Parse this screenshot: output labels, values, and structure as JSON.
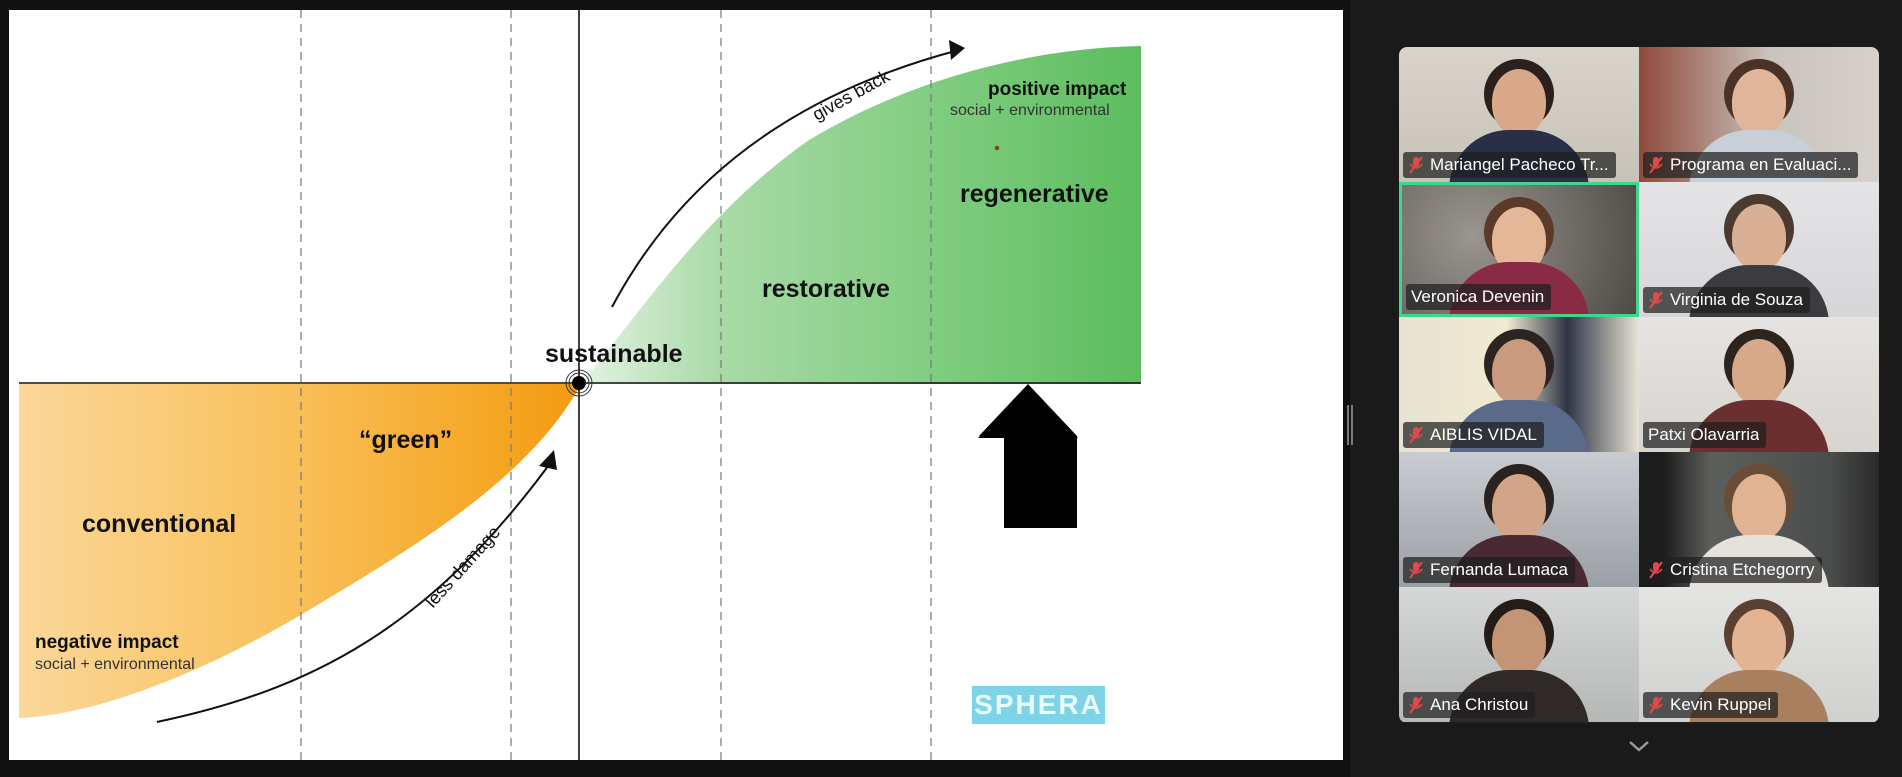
{
  "slide": {
    "stages": {
      "conventional": "conventional",
      "green": "“green”",
      "sustainable": "sustainable",
      "restorative": "restorative",
      "regenerative": "regenerative"
    },
    "arrows": {
      "less_damage": "less damage",
      "gives_back": "gives back"
    },
    "impact": {
      "negative_title": "negative impact",
      "negative_sub": "social + environmental",
      "positive_title": "positive impact",
      "positive_sub": "social + environmental"
    },
    "logo_text": "SPHERA",
    "colors": {
      "negative_zone": "#f7b84a",
      "positive_zone": "#5cc266"
    }
  },
  "participants": [
    {
      "name": "Mariangel Pacheco Tr...",
      "muted": true,
      "active": false
    },
    {
      "name": "Programa en Evaluaci...",
      "muted": true,
      "active": false
    },
    {
      "name": "Veronica Devenin",
      "muted": false,
      "active": true
    },
    {
      "name": "Virginia de Souza",
      "muted": true,
      "active": false
    },
    {
      "name": "AIBLIS VIDAL",
      "muted": true,
      "active": false
    },
    {
      "name": "Patxi Olavarria",
      "muted": false,
      "active": false
    },
    {
      "name": "Fernanda Lumaca",
      "muted": true,
      "active": false
    },
    {
      "name": "Cristina Etchegorry",
      "muted": true,
      "active": false
    },
    {
      "name": "Ana Christou",
      "muted": true,
      "active": false
    },
    {
      "name": "Kevin Ruppel",
      "muted": true,
      "active": false
    }
  ],
  "icons": {
    "muted": "mic-muted-icon",
    "scroll": "chevron-down-icon",
    "up_arrow": "up-arrow-icon"
  },
  "accent_active_speaker": "#3dd68c"
}
